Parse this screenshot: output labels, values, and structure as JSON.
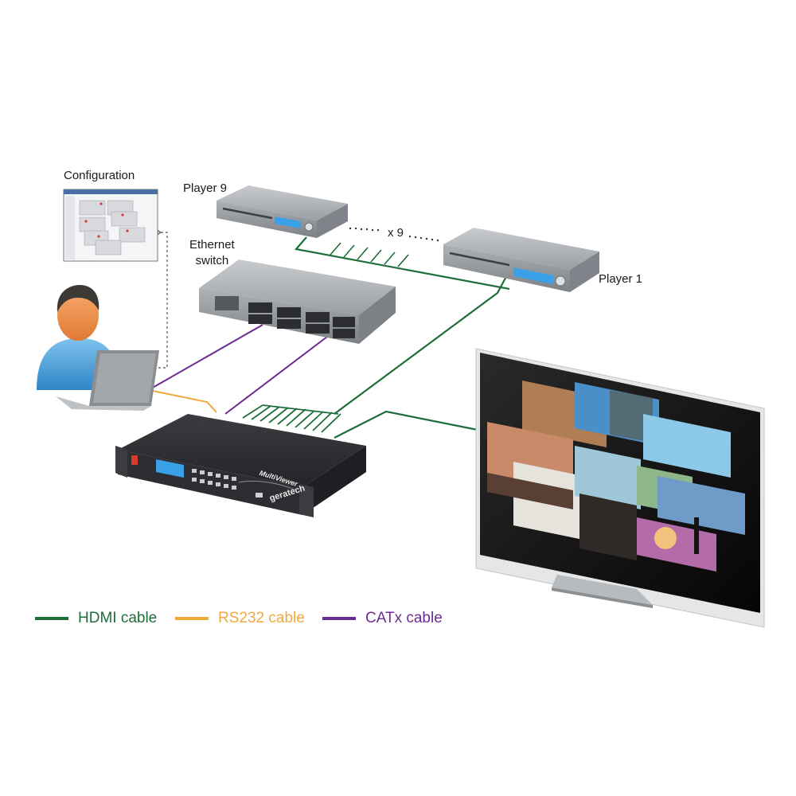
{
  "labels": {
    "configuration": "Configuration",
    "player_9": "Player 9",
    "ethernet_switch_line1": "Ethernet",
    "ethernet_switch_line2": "switch",
    "multiplier": "x 9",
    "player_1": "Player 1",
    "device_brand_model": "MultiViewer",
    "device_brand": "geratech"
  },
  "legend": [
    {
      "label": "HDMI cable",
      "color": "#1e6e3a"
    },
    {
      "label": "RS232 cable",
      "color": "#f2a93b"
    },
    {
      "label": "CATx cable",
      "color": "#6a2c91"
    }
  ],
  "colors": {
    "hdmi": "#1e6e3a",
    "rs232": "#f2a93b",
    "catx": "#6a2c91",
    "device_body": "#9a9ea3",
    "device_dark": "#2b2d30",
    "display_blue": "#3aa0e8"
  }
}
